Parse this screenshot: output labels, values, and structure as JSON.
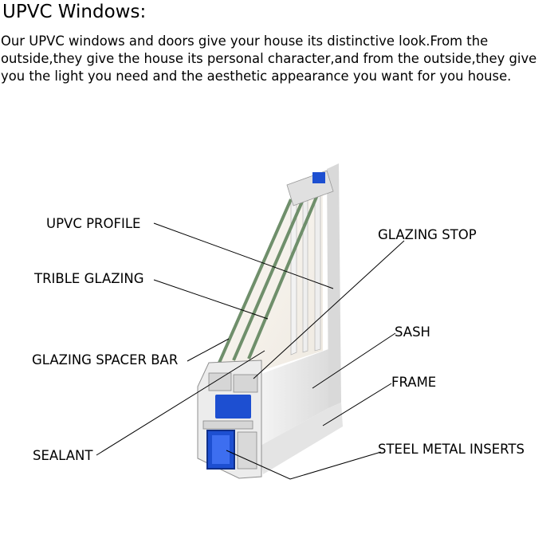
{
  "heading": {
    "title": "UPVC Windows:",
    "description": "Our UPVC windows and doors give your house its distinctive look.From the outside,they give the house its personal character,and from the outside,they give you the light you need and the aesthetic appearance you want for you house."
  },
  "labels": {
    "upvc_profile": "UPVC PROFILE",
    "glazing_stop": "GLAZING STOP",
    "trible_glazing": "TRIBLE GLAZING",
    "sash": "SASH",
    "glazing_spacer_bar": "GLAZING SPACER BAR",
    "frame": "FRAME",
    "sealant": "SEALANT",
    "steel_metal_inserts": "STEEL METAL INSERTS"
  },
  "colors": {
    "profile": "#e9e9e9",
    "glass": "#f6f1ea",
    "gasket_green": "#6f8f6b",
    "insert_blue": "#1d4fd1"
  }
}
